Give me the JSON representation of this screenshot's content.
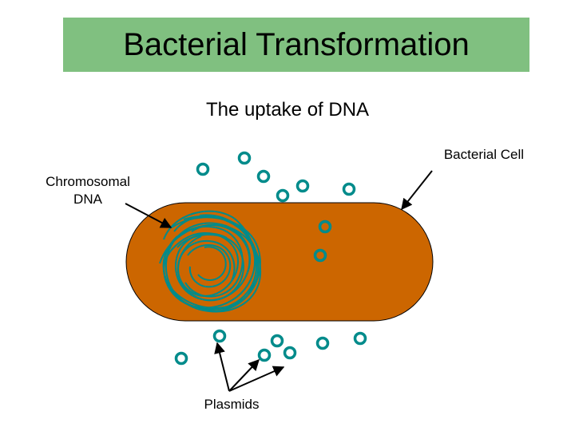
{
  "title": "Bacterial Transformation",
  "subtitle": "The uptake of DNA",
  "labels": {
    "bacterial_cell": "Bacterial Cell",
    "chromosomal_dna_line1": "Chromosomal",
    "chromosomal_dna_line2": "DNA",
    "plasmids": "Plasmids"
  },
  "colors": {
    "title_background": "#80c080",
    "cell_fill": "#cc6600",
    "dna_and_plasmid": "#008b8b",
    "arrow": "#000000"
  }
}
